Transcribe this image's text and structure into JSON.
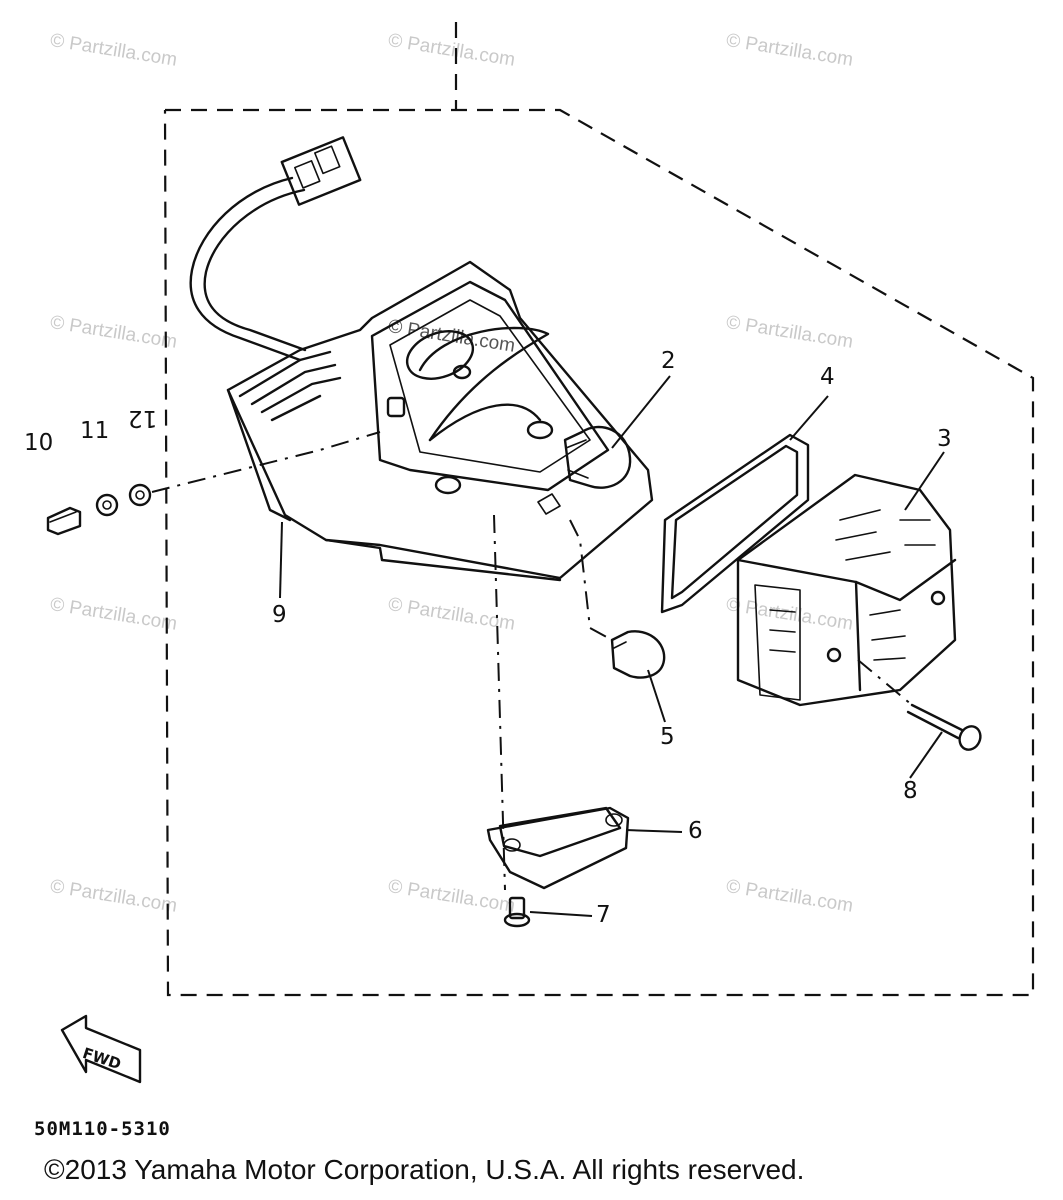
{
  "watermark": {
    "text": "© Partzilla.com",
    "center_text": "© Partzilla.com"
  },
  "callouts": {
    "c1": "2",
    "c2": "4",
    "c3": "3",
    "c4": "12",
    "c5": "11",
    "c6": "10",
    "c7": "9",
    "c8": "5",
    "c9": "8",
    "c10": "6",
    "c11": "7"
  },
  "direction_arrow": {
    "label": "FWD",
    "icon": "fwd-arrow-icon"
  },
  "diagram_code": "50M110-5310",
  "footer": {
    "copyright": "©2013 Yamaha Motor Corporation, U.S.A. All rights reserved."
  }
}
